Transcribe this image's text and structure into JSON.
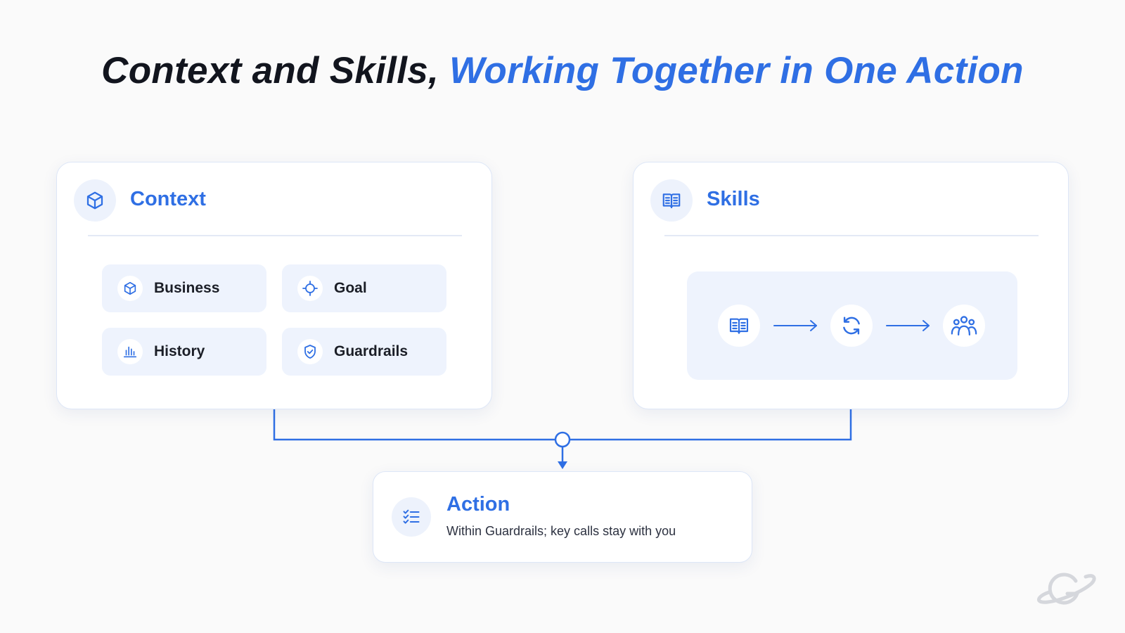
{
  "title": {
    "part1": "Context and Skills, ",
    "part2": "Working Together in One Action"
  },
  "context": {
    "title": "Context",
    "icon": "cube-icon",
    "items": [
      {
        "label": "Business",
        "icon": "cube-icon"
      },
      {
        "label": "Goal",
        "icon": "crosshair-icon"
      },
      {
        "label": "History",
        "icon": "bar-chart-icon"
      },
      {
        "label": "Guardrails",
        "icon": "shield-check-icon"
      }
    ]
  },
  "skills": {
    "title": "Skills",
    "icon": "open-book-icon",
    "flow": [
      "open-book-icon",
      "refresh-icon",
      "people-group-icon"
    ]
  },
  "action": {
    "title": "Action",
    "description": "Within Guardrails; key calls stay with you",
    "icon": "checklist-icon"
  },
  "colors": {
    "accent": "#2f6fe4",
    "dark_text": "#12151e",
    "chip_bg": "#eef3fd",
    "card_border": "#dde6f7",
    "background": "#fafafa"
  }
}
